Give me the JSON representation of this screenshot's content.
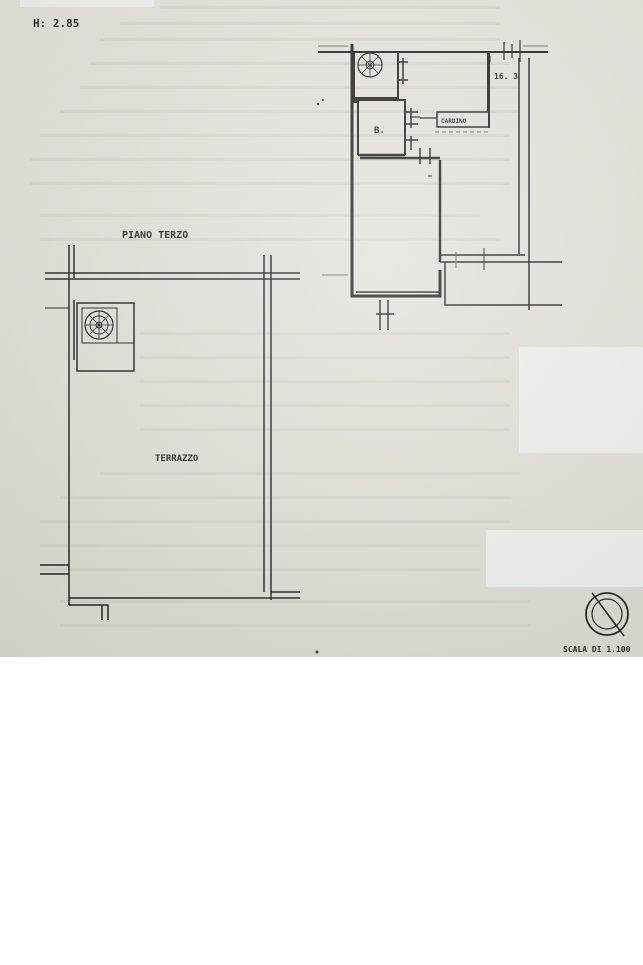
{
  "height_label": "H: 2.85",
  "upper_plan": {
    "room_b_label": "B.",
    "closet_label": "CARDINO",
    "room_number": "16. 3"
  },
  "lower_plan": {
    "floor_title": "PIANO TERZO",
    "terrace_label": "TERRAZZO"
  },
  "scale_label": "SCALA DI 1.100"
}
